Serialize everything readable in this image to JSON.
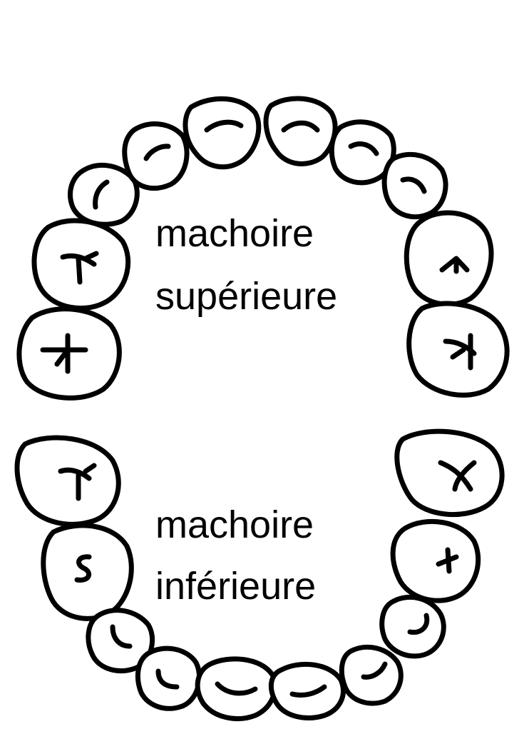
{
  "labels": {
    "upper_line1": "machoire",
    "upper_line2": "supérieure",
    "lower_line1": "machoire",
    "lower_line2": "inférieure"
  },
  "colors": {
    "ink": "#000000",
    "background": "#ffffff"
  },
  "upper_teeth": [
    {
      "id": "u1",
      "type": "molar"
    },
    {
      "id": "u2",
      "type": "molar"
    },
    {
      "id": "u3",
      "type": "canine"
    },
    {
      "id": "u4",
      "type": "incisor"
    },
    {
      "id": "u5",
      "type": "incisor"
    },
    {
      "id": "u6",
      "type": "incisor"
    },
    {
      "id": "u7",
      "type": "incisor"
    },
    {
      "id": "u8",
      "type": "canine"
    },
    {
      "id": "u9",
      "type": "molar"
    },
    {
      "id": "u10",
      "type": "molar"
    }
  ],
  "lower_teeth": [
    {
      "id": "l1",
      "type": "molar"
    },
    {
      "id": "l2",
      "type": "molar"
    },
    {
      "id": "l3",
      "type": "canine"
    },
    {
      "id": "l4",
      "type": "incisor"
    },
    {
      "id": "l5",
      "type": "incisor"
    },
    {
      "id": "l6",
      "type": "incisor"
    },
    {
      "id": "l7",
      "type": "incisor"
    },
    {
      "id": "l8",
      "type": "canine"
    },
    {
      "id": "l9",
      "type": "molar"
    },
    {
      "id": "l10",
      "type": "molar"
    }
  ]
}
